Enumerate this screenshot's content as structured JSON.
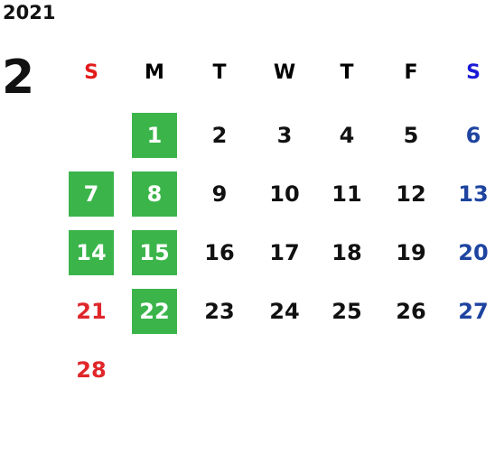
{
  "calendar": {
    "year": "2021",
    "month": "2",
    "highlight_color": "#3bb54a",
    "sunday_color": "#e0262a",
    "saturday_color": "#1e44a0",
    "weekdays": [
      "S",
      "M",
      "T",
      "W",
      "T",
      "F",
      "S"
    ],
    "weeks": [
      [
        "",
        "1",
        "2",
        "3",
        "4",
        "5",
        "6"
      ],
      [
        "7",
        "8",
        "9",
        "10",
        "11",
        "12",
        "13"
      ],
      [
        "14",
        "15",
        "16",
        "17",
        "18",
        "19",
        "20"
      ],
      [
        "21",
        "22",
        "23",
        "24",
        "25",
        "26",
        "27"
      ],
      [
        "28",
        "",
        "",
        "",
        "",
        "",
        ""
      ]
    ],
    "highlighted_days": [
      "1",
      "7",
      "8",
      "14",
      "15",
      "22"
    ]
  }
}
